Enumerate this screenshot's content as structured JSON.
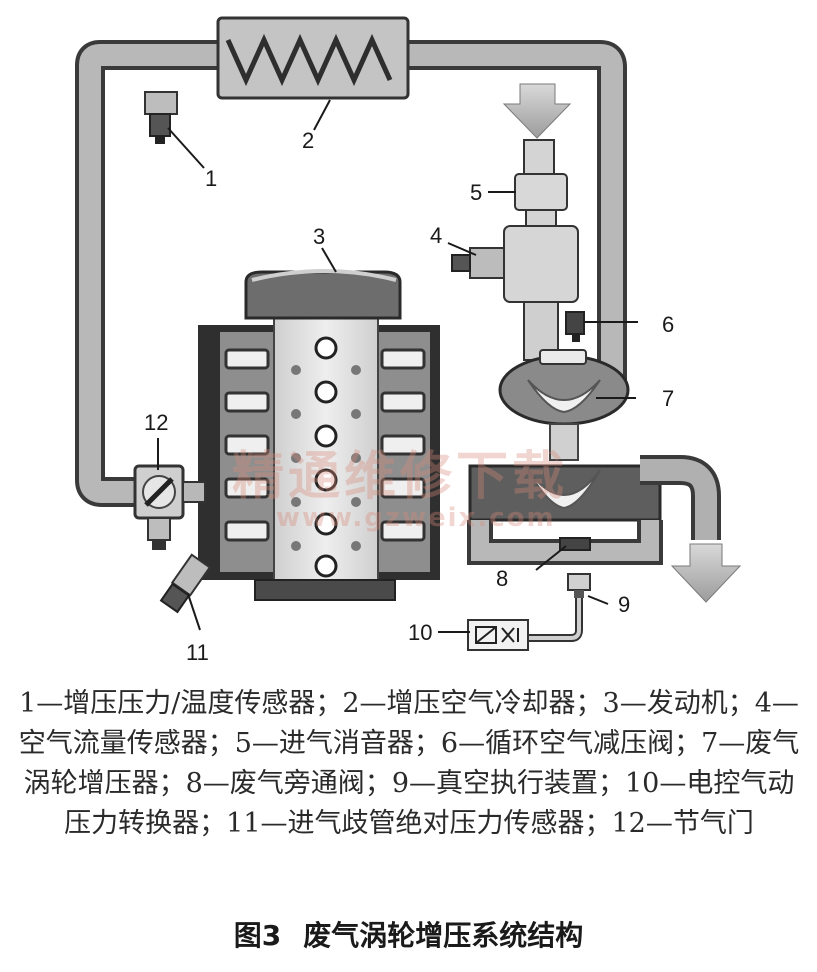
{
  "diagram": {
    "labels": [
      "1",
      "2",
      "3",
      "4",
      "5",
      "6",
      "7",
      "8",
      "9",
      "10",
      "11",
      "12"
    ],
    "watermark": {
      "cn": "精通维修下载",
      "url": "www.gzweix.com"
    }
  },
  "legend": {
    "items": [
      "1—增压压力/温度传感器；",
      "2—增压空气冷却器；",
      "3—发动机；",
      "4—空气流量传感器；",
      "5—进气消音器；",
      "6—循环空气减压阀；",
      "7—废气涡轮增压器；",
      "8—废气旁通阀；",
      "9—真空执行装置；",
      "10—电控气动压力转换器；",
      "11—进气歧管绝对压力传感器；",
      "12—节气门"
    ]
  },
  "caption": {
    "number": "图3",
    "title": "废气涡轮增压系统结构"
  }
}
